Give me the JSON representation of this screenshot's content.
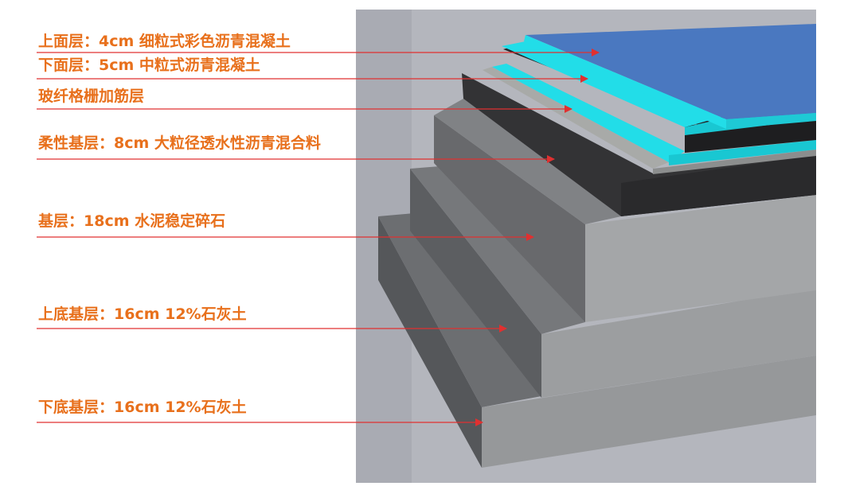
{
  "layers": [
    {
      "label": "上面层：4cm 细粒式彩色沥青混凝土",
      "color": "#4a78c0"
    },
    {
      "label": "下面层：5cm 中粒式沥青混凝土",
      "color": "#2c2c2e"
    },
    {
      "label": "玻纤格栅加筋层",
      "color": "#a8aaa8"
    },
    {
      "label": "柔性基层：8cm 大粒径透水性沥青混合料",
      "color": "#2e2e30"
    },
    {
      "label": "基层：18cm 水泥稳定碎石",
      "color": "#8a8c8e"
    },
    {
      "label": "上底基层：16cm 12%石灰土",
      "color": "#7a7c7e"
    },
    {
      "label": "下底基层：16cm 12%石灰土",
      "color": "#6e7072"
    }
  ],
  "colors": {
    "label_text": "#e8701c",
    "leader_line": "#e03030",
    "background_panel": "#b4b6bd",
    "cyan_layer": "#22dde8"
  }
}
